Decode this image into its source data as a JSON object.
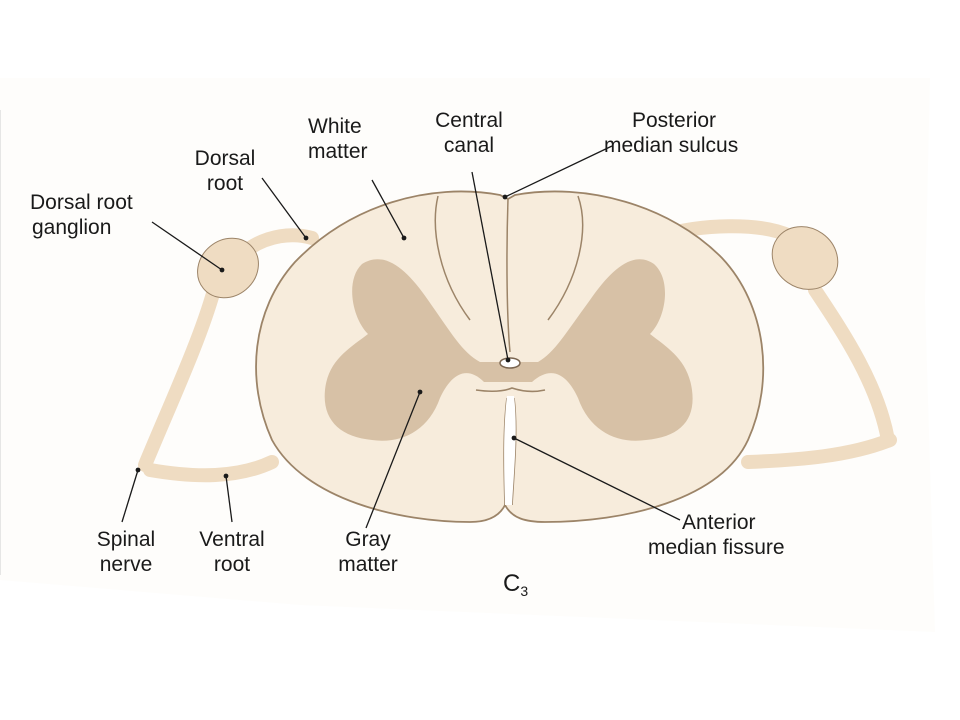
{
  "colors": {
    "page": "#fefdfb",
    "white_matter": "#f7ecdc",
    "gray_matter": "#d7c1a6",
    "outline": "#9c8468",
    "nerve": "#efdcc2",
    "leader": "#1a1a1a"
  },
  "labels": {
    "white_matter": [
      "White",
      "matter"
    ],
    "central_canal": [
      "Central",
      "canal"
    ],
    "posterior_median_sulcus": [
      "Posterior",
      "median sulcus"
    ],
    "dorsal_root": [
      "Dorsal",
      "root"
    ],
    "dorsal_root_ganglion": [
      "Dorsal root",
      "ganglion"
    ],
    "spinal_nerve": [
      "Spinal",
      "nerve"
    ],
    "ventral_root": [
      "Ventral",
      "root"
    ],
    "gray_matter": [
      "Gray",
      "matter"
    ],
    "anterior_median_fissure": [
      "Anterior",
      "median fissure"
    ],
    "segment": {
      "letter": "C",
      "subscript": "3"
    }
  }
}
